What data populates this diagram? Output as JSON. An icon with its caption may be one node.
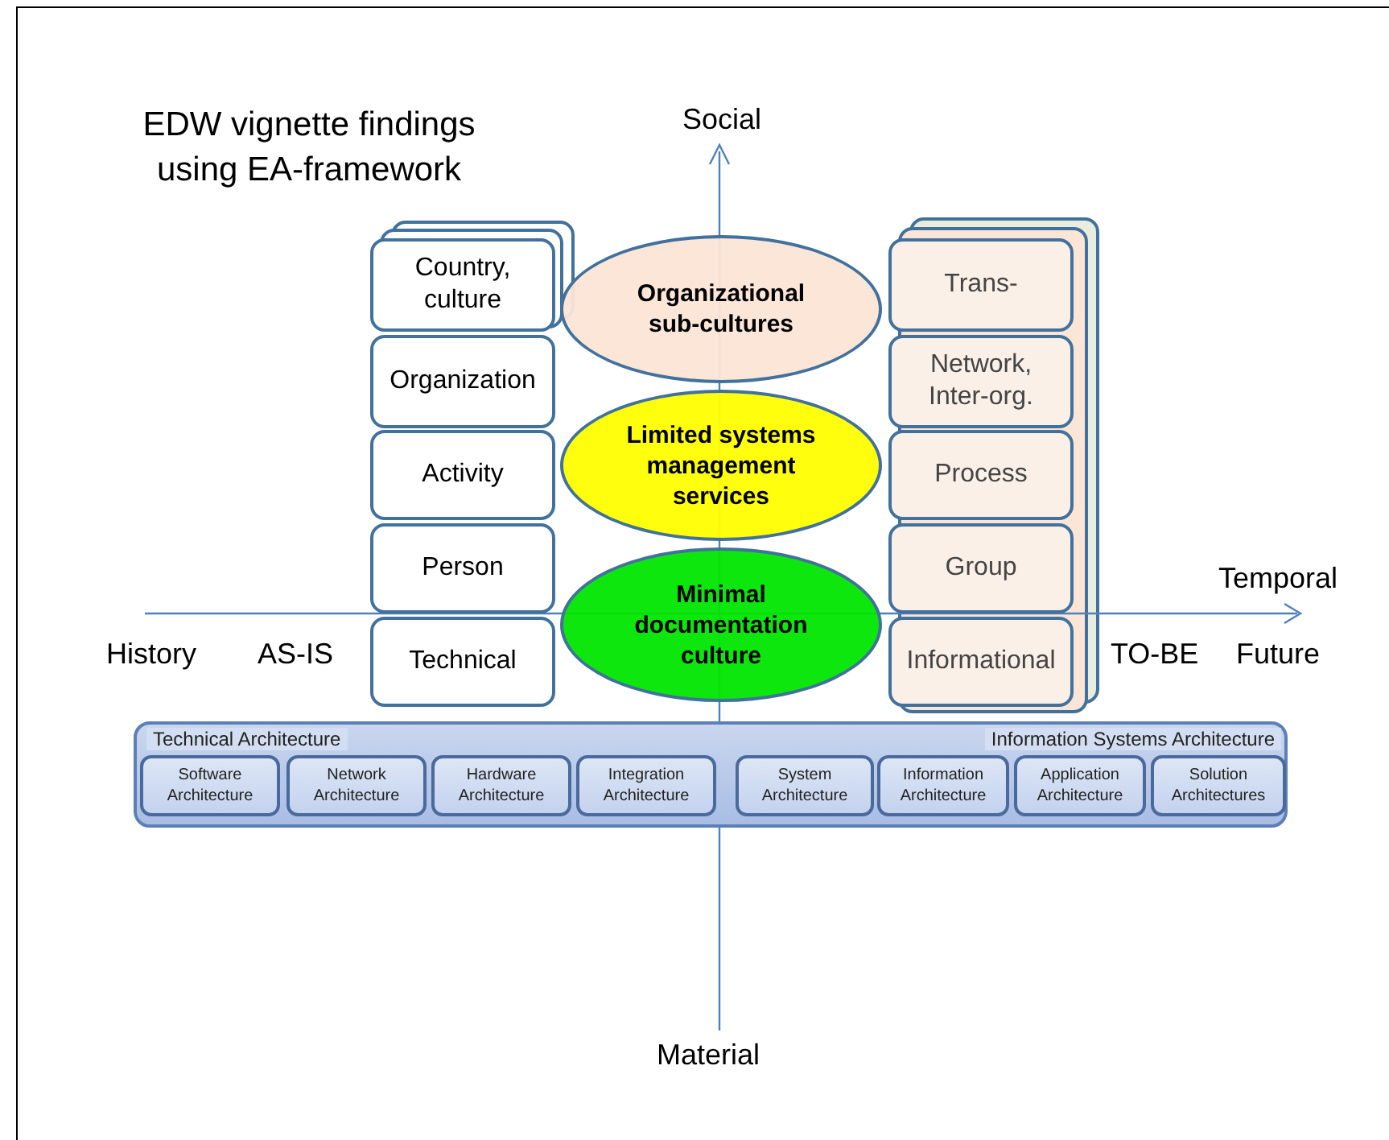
{
  "diagram": {
    "title": "EDW vignette findings using EA-framework",
    "nodes": [
      {
        "text": [
          "Organizational sub-cultures"
        ]
      },
      {
        "text": [
          "Country, culture"
        ]
      },
      {
        "text": [
          "Trans-"
        ]
      },
      {
        "text": [
          "Organization"
        ]
      },
      {
        "text": [
          "Network, Inter-org."
        ]
      },
      {
        "text": [
          "Limited systems management services"
        ]
      },
      {
        "text": [
          "Activity"
        ]
      },
      {
        "text": [
          "Process"
        ]
      },
      {
        "text": [
          "Person"
        ]
      },
      {
        "text": [
          "Group"
        ]
      },
      {
        "text": [
          "Minimal documentation culture"
        ]
      },
      {
        "text": [
          "Technical"
        ]
      },
      {
        "text": [
          "Informational"
        ]
      },
      {
        "text": [
          "Technical Architecture",
          "Information Systems Architecture"
        ]
      },
      {
        "text": [
          "Software Architecture"
        ],
        "in": 13
      },
      {
        "text": [
          "Network Architecture"
        ],
        "in": 13
      },
      {
        "text": [
          "Hardware Architecture"
        ],
        "in": 13
      },
      {
        "text": [
          "Integration Architecture"
        ],
        "in": 13
      },
      {
        "text": [
          "System Architecture"
        ],
        "in": 13
      },
      {
        "text": [
          "Information Architecture"
        ],
        "in": 13
      },
      {
        "text": [
          "Application Architecture"
        ],
        "in": 13
      },
      {
        "text": [
          "Solution Architectures"
        ],
        "in": 13
      }
    ],
    "edges": [],
    "labels": [
      "Social",
      "Temporal",
      "History",
      "AS-IS",
      "TO-BE",
      "Future",
      "Material"
    ]
  }
}
